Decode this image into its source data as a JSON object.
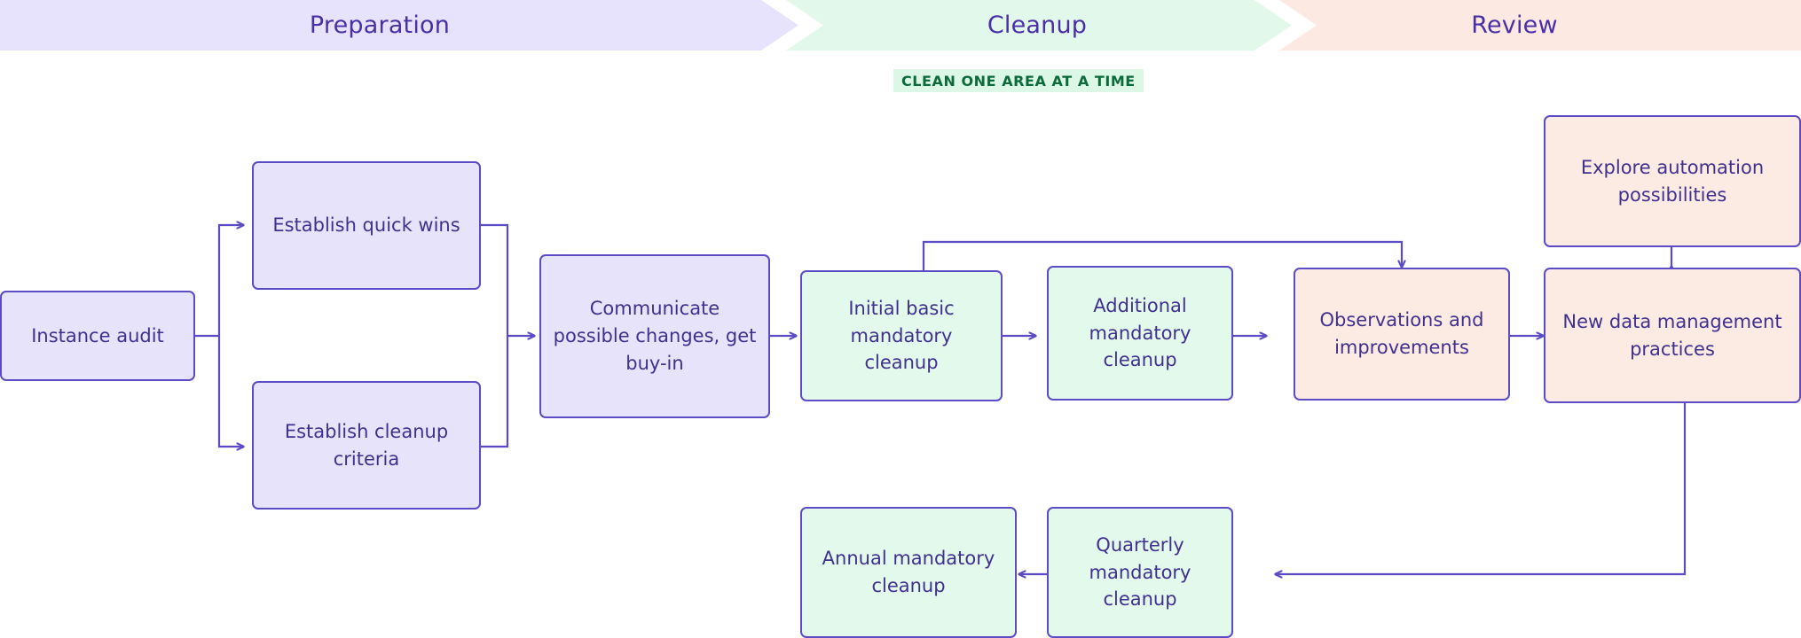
{
  "banner": {
    "phases": [
      {
        "label": "Preparation",
        "color": "#e8e3fc"
      },
      {
        "label": "Cleanup",
        "color": "#e2f8eb"
      },
      {
        "label": "Review",
        "color": "#fce9e1"
      }
    ],
    "text_color": "#4a2fa8"
  },
  "callout": {
    "label": "CLEAN ONE AREA AT A TIME",
    "background": "#dcf7e6",
    "color": "#0d6b3b"
  },
  "colors": {
    "stroke": "#5b4bc4",
    "node_text": "#40308f",
    "fill_preparation": "#e7e3fb",
    "fill_cleanup": "#e3f9ec",
    "fill_review": "#fcebe3"
  },
  "nodes": [
    {
      "id": "instance-audit",
      "label": "Instance audit",
      "phase": "Preparation"
    },
    {
      "id": "establish-quick-wins",
      "label": "Establish quick wins",
      "phase": "Preparation"
    },
    {
      "id": "establish-cleanup-criteria",
      "label": "Establish cleanup criteria",
      "phase": "Preparation"
    },
    {
      "id": "communicate-changes",
      "label": "Communicate possible changes, get buy-in",
      "phase": "Preparation"
    },
    {
      "id": "initial-basic-cleanup",
      "label": "Initial basic mandatory cleanup",
      "phase": "Cleanup"
    },
    {
      "id": "additional-cleanup",
      "label": "Additional mandatory cleanup",
      "phase": "Cleanup"
    },
    {
      "id": "observations-improvements",
      "label": "Observations and improvements",
      "phase": "Review"
    },
    {
      "id": "new-data-practices",
      "label": "New data management practices",
      "phase": "Review"
    },
    {
      "id": "explore-automation",
      "label": "Explore automation possibilities",
      "phase": "Review"
    },
    {
      "id": "quarterly-cleanup",
      "label": "Quarterly mandatory cleanup",
      "phase": "Cleanup"
    },
    {
      "id": "annual-cleanup",
      "label": "Annual mandatory cleanup",
      "phase": "Cleanup"
    }
  ],
  "edges": [
    {
      "from": "instance-audit",
      "to": "establish-quick-wins",
      "type": "single"
    },
    {
      "from": "instance-audit",
      "to": "establish-cleanup-criteria",
      "type": "single"
    },
    {
      "from": "establish-quick-wins",
      "to": "communicate-changes",
      "type": "single"
    },
    {
      "from": "establish-cleanup-criteria",
      "to": "communicate-changes",
      "type": "single"
    },
    {
      "from": "communicate-changes",
      "to": "initial-basic-cleanup",
      "type": "single"
    },
    {
      "from": "initial-basic-cleanup",
      "to": "additional-cleanup",
      "type": "single"
    },
    {
      "from": "initial-basic-cleanup",
      "to": "observations-improvements",
      "type": "single"
    },
    {
      "from": "additional-cleanup",
      "to": "observations-improvements",
      "type": "single"
    },
    {
      "from": "observations-improvements",
      "to": "new-data-practices",
      "type": "single"
    },
    {
      "from": "new-data-practices",
      "to": "explore-automation",
      "type": "double"
    },
    {
      "from": "new-data-practices",
      "to": "quarterly-cleanup",
      "type": "single"
    },
    {
      "from": "quarterly-cleanup",
      "to": "annual-cleanup",
      "type": "single"
    }
  ]
}
